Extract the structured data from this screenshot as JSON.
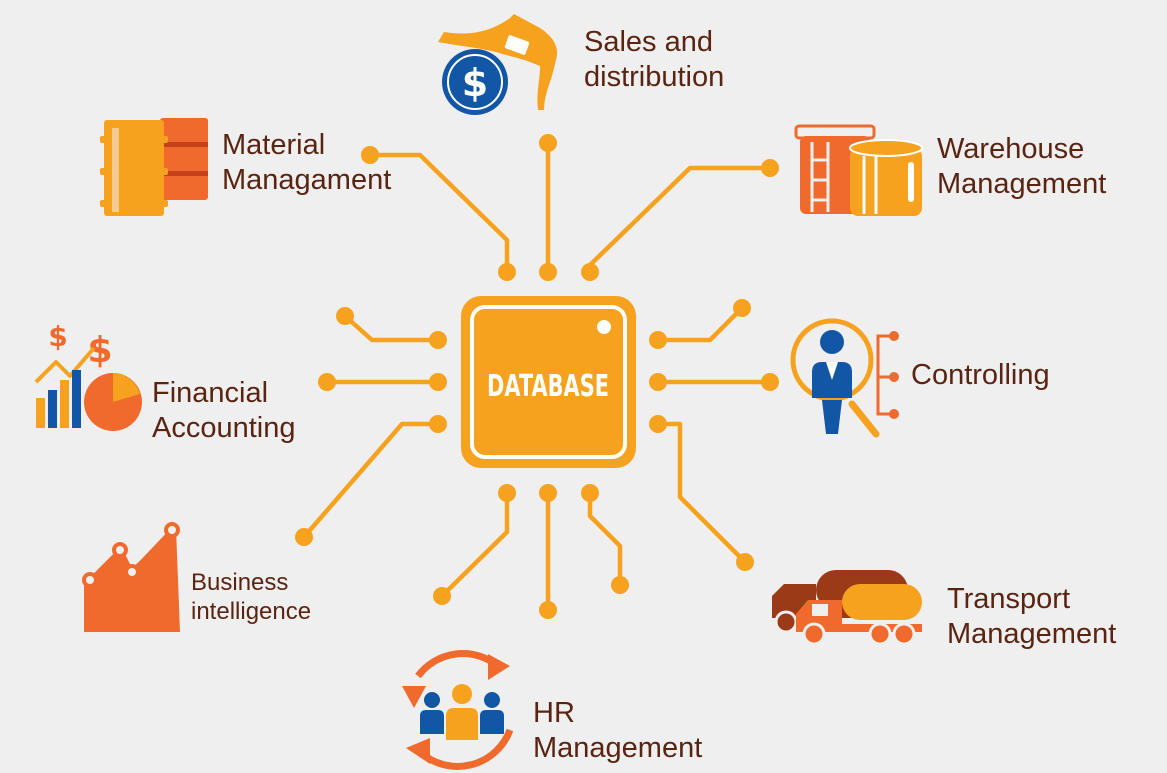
{
  "center": {
    "label": "DATABASE"
  },
  "modules": {
    "sales": {
      "line1": "Sales and",
      "line2": "distribution",
      "icon": "fuel-nozzle-dollar-icon"
    },
    "material": {
      "line1": "Material",
      "line2": "Managament",
      "icon": "barrels-icon"
    },
    "warehouse": {
      "line1": "Warehouse",
      "line2": "Management",
      "icon": "storage-tanks-icon"
    },
    "financial": {
      "line1": "Financial",
      "line2": "Accounting",
      "icon": "finance-chart-icon"
    },
    "controlling": {
      "line1": "Controlling",
      "icon": "magnifier-person-icon"
    },
    "business": {
      "line1": "Business",
      "line2": "intelligence",
      "icon": "growth-chart-icon"
    },
    "transport": {
      "line1": "Transport",
      "line2": "Management",
      "icon": "tanker-trucks-icon"
    },
    "hr": {
      "line1": "HR",
      "line2": "Management",
      "icon": "people-cycle-icon"
    }
  },
  "colors": {
    "background": "#f0efef",
    "circuit": "#f6a21e",
    "accent_orange": "#ef6a2c",
    "dark_orange": "#e35a1e",
    "brown": "#9b3a16",
    "blue": "#1257a6",
    "text": "#5a2412"
  }
}
